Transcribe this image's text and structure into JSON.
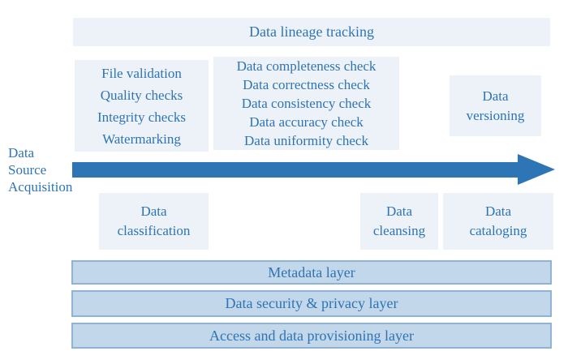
{
  "colors": {
    "text_blue": "#2e74b5",
    "arrow_blue": "#2e75b6",
    "light_box_bg": "#edf2f8",
    "layer_fill": "#c2d7e9",
    "layer_border": "#8fb3d7"
  },
  "top_bar": {
    "label": "Data lineage tracking"
  },
  "flow_label": "Data\nSource\nAcquisition",
  "boxes": {
    "validation": "File validation\nQuality checks\nIntegrity checks\nWatermarking",
    "checks": "Data completeness check\nData correctness check\nData consistency check\nData accuracy check\nData uniformity check",
    "versioning": "Data\nversioning",
    "classification": "Data\nclassification",
    "cleansing": "Data\ncleansing",
    "cataloging": "Data\ncataloging"
  },
  "layers": [
    {
      "label": "Metadata layer"
    },
    {
      "label": "Data security & privacy layer"
    },
    {
      "label": "Access and data provisioning layer"
    }
  ]
}
